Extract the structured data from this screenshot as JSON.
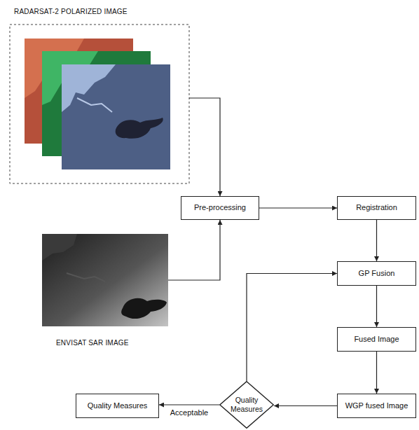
{
  "diagram": {
    "nodes": [
      {
        "text": [
          "RADARSAT-2 POLARIZED IMAGE"
        ]
      },
      {
        "text": [
          "Pre-processing"
        ]
      },
      {
        "text": [
          "Registration"
        ]
      },
      {
        "text": [
          "GP Fusion"
        ]
      },
      {
        "text": [
          "ENVISAT SAR IMAGE"
        ]
      },
      {
        "text": [
          "Fused Image"
        ]
      },
      {
        "text": [
          "Quality Measures"
        ]
      },
      {
        "text": [
          "Quality Measures"
        ]
      },
      {
        "text": [
          "WGP fused Image"
        ]
      }
    ],
    "edges": [
      {
        "from": 0,
        "to": 1,
        "arrow": "to"
      },
      {
        "from": 4,
        "to": 1,
        "arrow": "to"
      },
      {
        "from": 1,
        "to": 2,
        "arrow": "to"
      },
      {
        "from": 2,
        "to": 3,
        "arrow": "to"
      },
      {
        "from": 3,
        "to": 5,
        "arrow": "to"
      },
      {
        "from": 5,
        "to": 8,
        "arrow": "to"
      },
      {
        "from": 8,
        "to": 7,
        "arrow": "to"
      },
      {
        "from": 7,
        "to": 6,
        "label": "Acceptable",
        "arrow": "to"
      },
      {
        "from": 7,
        "to": 3,
        "arrow": "to"
      }
    ]
  }
}
